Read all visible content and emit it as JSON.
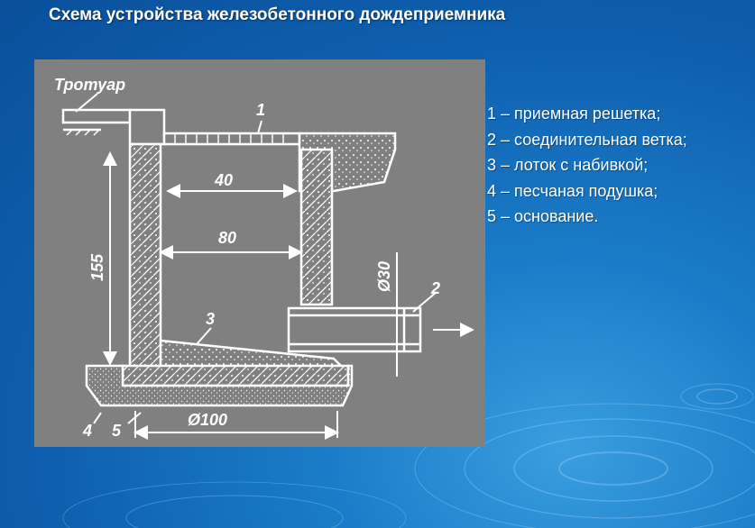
{
  "slide": {
    "title": "Схема устройства железобетонного дождеприемника"
  },
  "diagram": {
    "labels": {
      "sidewalk": "Тротуар",
      "callout_1": "1",
      "callout_2": "2",
      "callout_3": "3",
      "callout_4": "4",
      "callout_5": "5",
      "dim_40": "40",
      "dim_80": "80",
      "dim_155": "155",
      "dim_d30": "Ø30",
      "dim_d100": "Ø100"
    }
  },
  "legend": {
    "items": [
      "1 – приемная решетка;",
      "2 – соединительная ветка;",
      "3 – лоток с набивкой;",
      "4 – песчаная подушка;",
      "5 – основание."
    ]
  },
  "colors": {
    "background": "#0e5fae",
    "panel": "#808080",
    "ink": "#ffffff"
  }
}
